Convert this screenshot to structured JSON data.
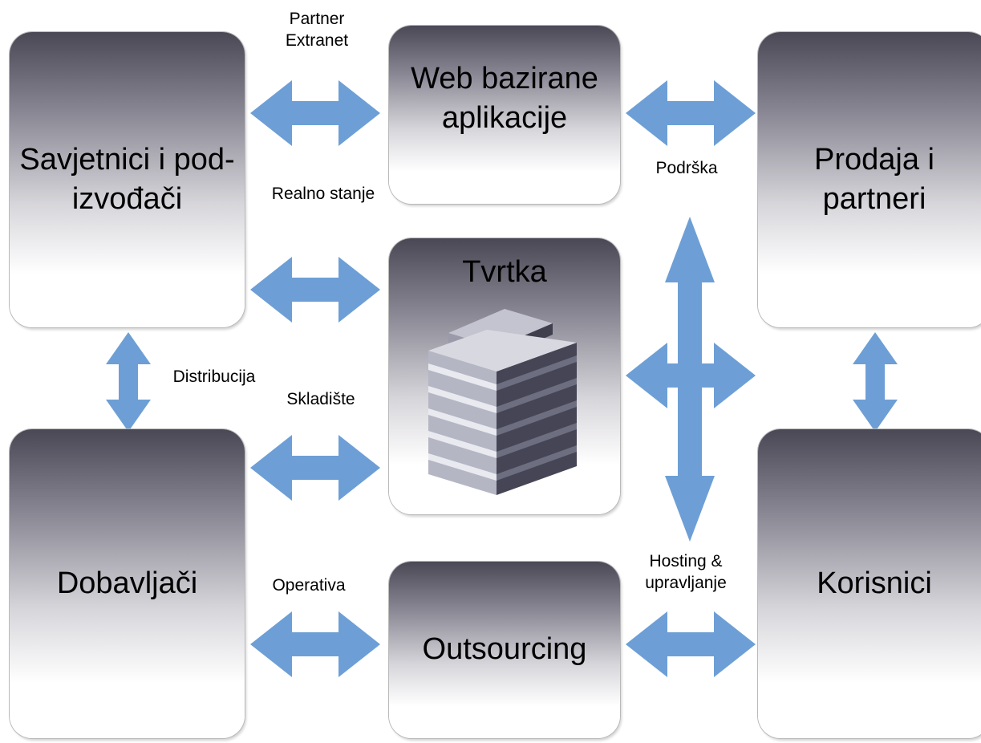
{
  "nodes": {
    "savjetnici": "Savjetnici i pod-\nizvođači",
    "web": "Web bazirane\naplikacije",
    "prodaja": "Prodaja i\npartneri",
    "tvrtka": "Tvrtka",
    "dobavljaci": "Dobavljači",
    "outsourcing": "Outsourcing",
    "korisnici": "Korisnici"
  },
  "labels": {
    "partner_extranet": "Partner\nExtranet",
    "realno_stanje": "Realno stanje",
    "podrska": "Podrška",
    "distribucija": "Distribucija",
    "skladiste": "Skladište",
    "operativa": "Operativa",
    "hosting": "Hosting &\nupravljanje"
  },
  "colors": {
    "arrow": "#6d9fd6",
    "box_top": "#4a4855",
    "box_bottom": "#ffffff"
  },
  "icons": {
    "tvrtka": "office-building-icon"
  }
}
